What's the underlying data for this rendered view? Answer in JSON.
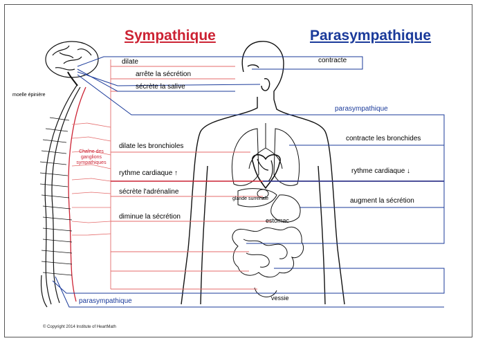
{
  "headings": {
    "sympathetic": "Sympathique",
    "parasympathetic": "Parasympathique"
  },
  "sympathetic_effects": {
    "dilate": "dilate",
    "stop_secretion": "arrête la sécrétion",
    "salivate": "sécrète la salive",
    "dilate_bronchioles": "dilate les bronchioles",
    "heart_rate": "rythme cardiaque ↑",
    "adrenaline": "sécrète l'adrénaline",
    "reduce_secretion": "diminue la sécrétion"
  },
  "parasympathetic_effects": {
    "contract": "contracte",
    "nerve_label": "parasympathique",
    "contract_bronchi": "contracte les bronchides",
    "heart_rate": "rythme cardiaque ↓",
    "increase_secretion": "augment la sécrétion"
  },
  "anatomy": {
    "spinal_cord": "moelle épinière",
    "ganglion_chain": "Chaîne des ganglions sympathiques",
    "adrenal_gland": "glande surrénale",
    "stomach": "estomac",
    "bladder": "vessie",
    "sacral_parasympathetic": "parasympathique"
  },
  "colors": {
    "sympathetic": "#cc2233",
    "parasympathetic": "#1a3a9a",
    "line_red": "#e46a6a"
  },
  "copyright": "© Copyright 2014 Institute of HeartMath"
}
